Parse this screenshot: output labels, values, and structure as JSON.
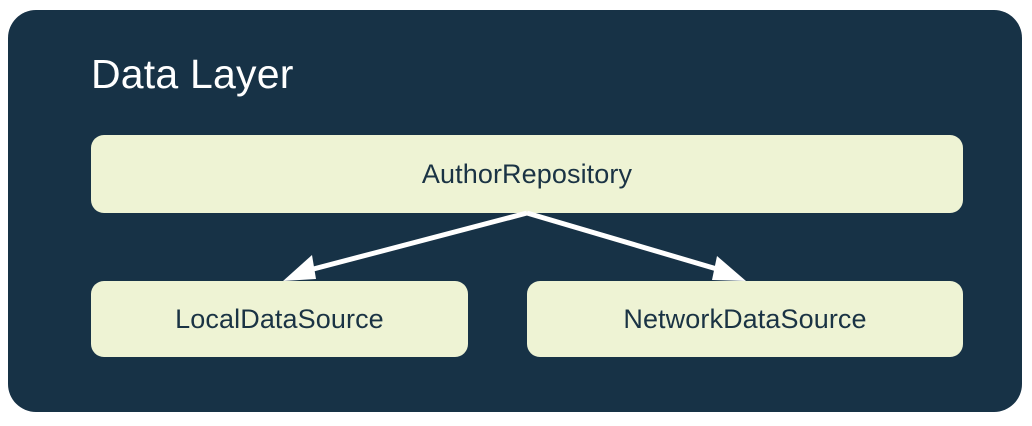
{
  "diagram": {
    "type": "architecture-layer-diagram",
    "title": "Data Layer",
    "container_color": "#173246",
    "node_color": "#eef3d4",
    "node_text_color": "#1a3344",
    "title_color": "#ffffff",
    "arrow_color": "#ffffff",
    "page_background": "#ffffff",
    "nodes": [
      {
        "id": "repository",
        "label": "AuthorRepository",
        "row": "top"
      },
      {
        "id": "local",
        "label": "LocalDataSource",
        "row": "bottom"
      },
      {
        "id": "network",
        "label": "NetworkDataSource",
        "row": "bottom"
      }
    ],
    "edges": [
      {
        "id": "repository-to-local",
        "from": "repository",
        "to": "local",
        "style": "solid-arrow",
        "direction": "down-left"
      },
      {
        "id": "repository-to-network",
        "from": "repository",
        "to": "network",
        "style": "solid-arrow",
        "direction": "down-right"
      }
    ]
  }
}
